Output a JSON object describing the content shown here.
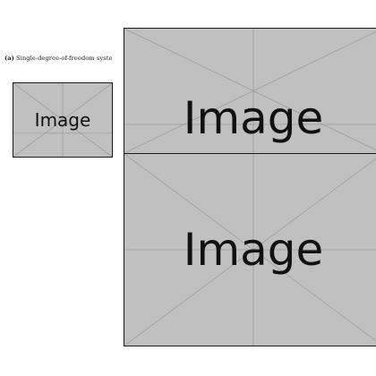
{
  "subfigure": {
    "tag": "(a)",
    "caption": "Single-degree-of-freedom syste"
  },
  "placeholders": {
    "small_label": "Image",
    "top_label": "Image",
    "bottom_label": "Image"
  },
  "colors": {
    "placeholder_fill": "#c0c0c0",
    "placeholder_lines": "#9c9c9c",
    "border": "#1a1a1a"
  }
}
